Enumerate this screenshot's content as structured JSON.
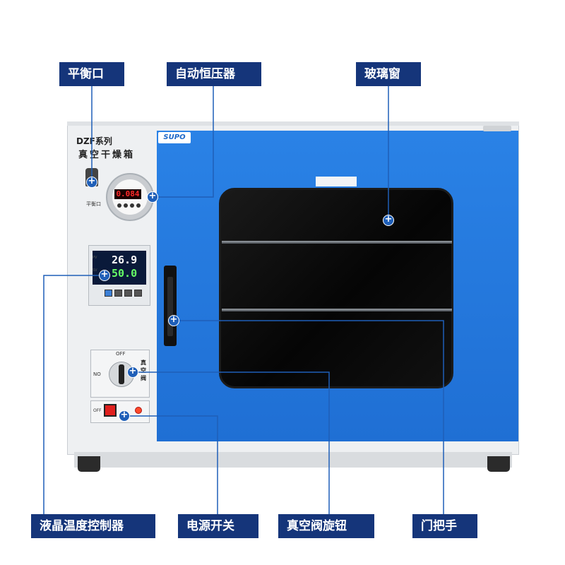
{
  "callouts": {
    "balance_port": "平衡口",
    "pressure_gauge": "自动恒压器",
    "glass_window": "玻璃窗",
    "lcd_controller": "液晶温度控制器",
    "power_switch": "电源开关",
    "vacuum_valve": "真空阀旋钮",
    "door_handle": "门把手"
  },
  "device": {
    "series": "DZF系列",
    "name": "真空干燥箱",
    "brand": "SUPO",
    "balance_port_label": "平衡口",
    "gauge_reading": "0.084",
    "lcd_pv_tag": "PV",
    "lcd_sv_tag": "SV",
    "lcd_pv_value": "26.9",
    "lcd_sv_value": "50.0",
    "valve_off": "OFF",
    "valve_on": "NO",
    "valve_name": "真空阀",
    "power_off": "OFF"
  },
  "colors": {
    "door_blue": "#2277dc",
    "label_navy": "#15357a",
    "marker_blue": "#1f5fb8"
  }
}
